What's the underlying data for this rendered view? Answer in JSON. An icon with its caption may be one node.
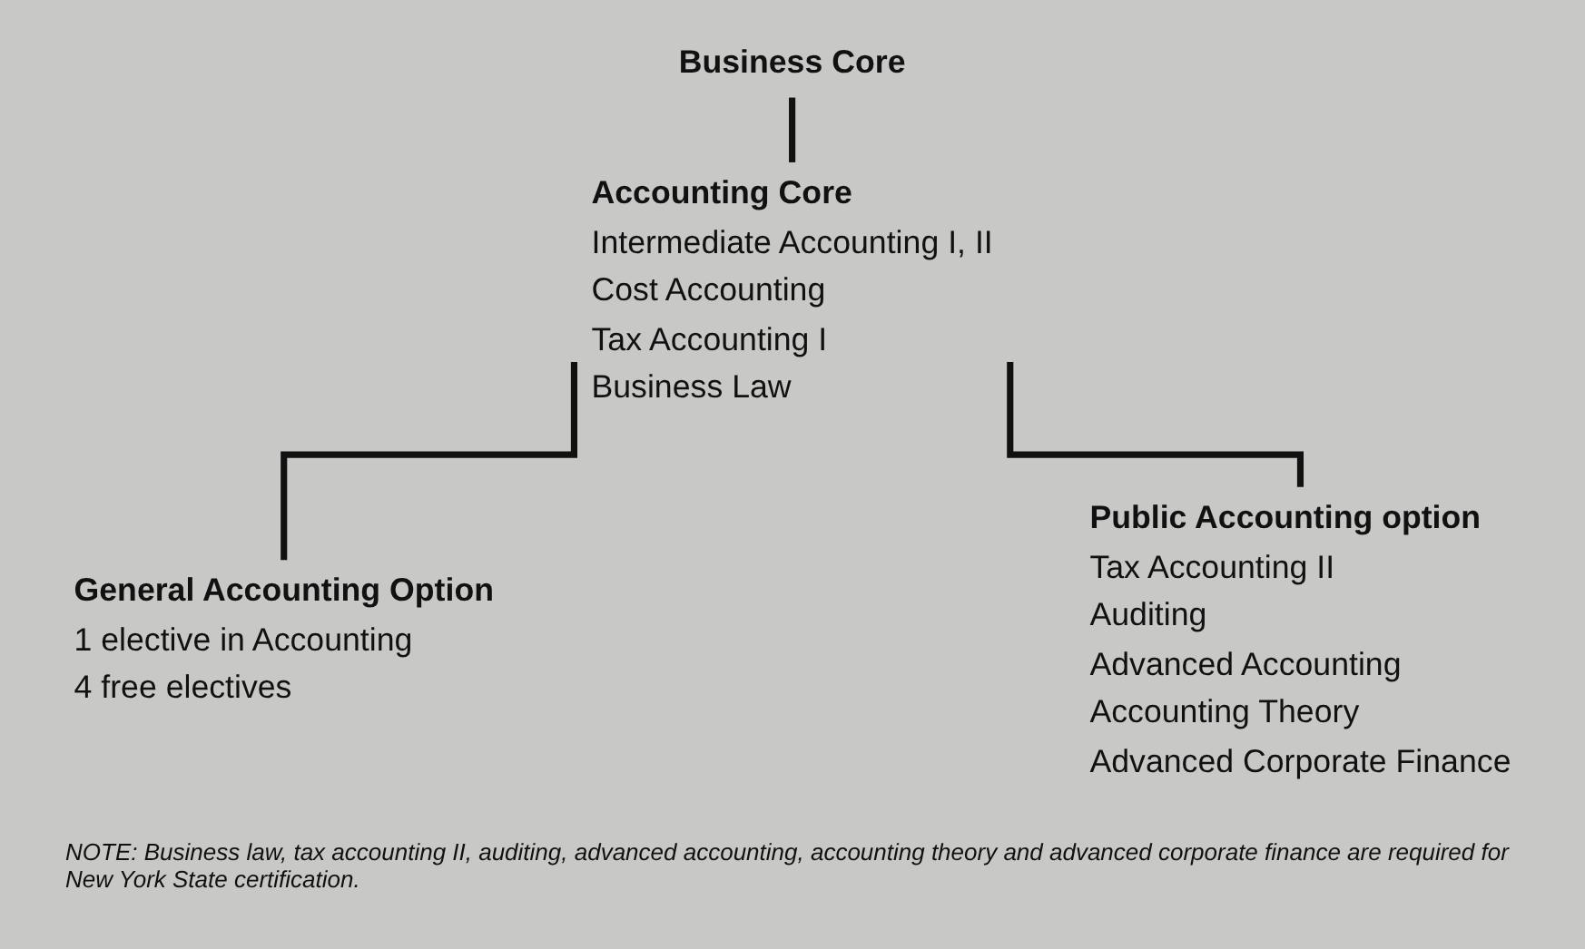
{
  "diagram": {
    "nodes": [
      {
        "text": [
          "Business Core"
        ]
      },
      {
        "text": [
          "Accounting Core",
          "Intermediate Accounting I, II",
          "Cost Accounting",
          "Tax Accounting I",
          "Business Law"
        ]
      },
      {
        "text": [
          "General Accounting Option",
          "1 elective in Accounting",
          "4 free electives"
        ]
      },
      {
        "text": [
          "Public Accounting option",
          "Tax Accounting II",
          "Auditing",
          "Advanced Accounting",
          "Accounting Theory",
          "Advanced Corporate Finance"
        ]
      }
    ],
    "edges": [
      {
        "from": 0,
        "to": 1,
        "arrow": "none"
      },
      {
        "from": 1,
        "to": 2,
        "arrow": "none"
      },
      {
        "from": 1,
        "to": 3,
        "arrow": "none"
      }
    ],
    "labels": [
      "NOTE: Business law, tax accounting II, auditing, advanced accounting, accounting theory and advanced corporate finance are required for New York State certification."
    ]
  }
}
